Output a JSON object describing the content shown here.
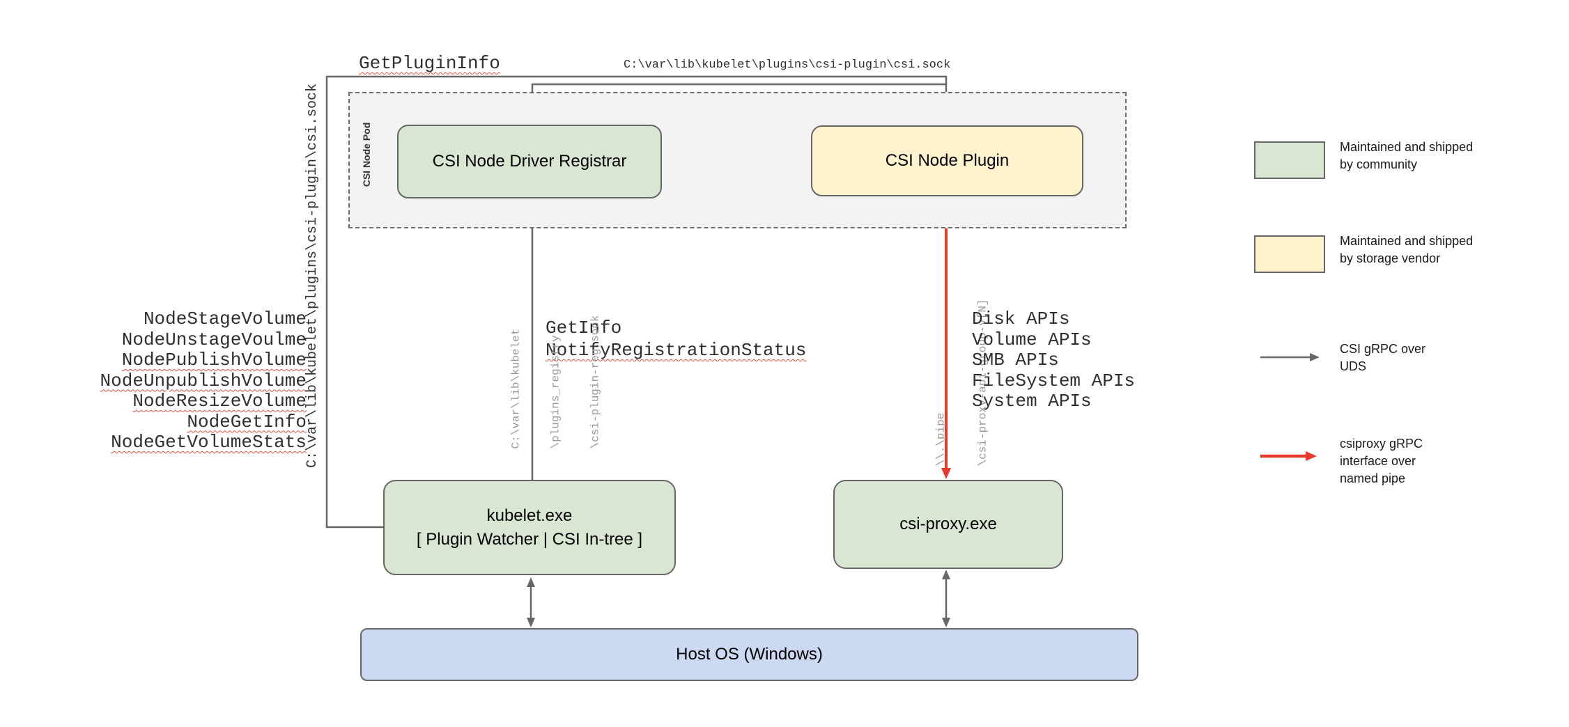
{
  "top": {
    "get_plugin_info": "GetPluginInfo",
    "csi_sock_path": "C:\\var\\lib\\kubelet\\plugins\\csi-plugin\\csi.sock"
  },
  "left": {
    "csi_sock_vertical": "C:\\var\\lib\\kubelet\\plugins\\csi-plugin\\csi.sock",
    "node_calls": [
      "NodeStageVolume",
      "NodeUnstageVoulme",
      "NodePublishVolume",
      "NodeUnpublishVolume",
      "NodeResizeVolume",
      "NodeGetInfo",
      "NodeGetVolumeStats"
    ]
  },
  "pod": {
    "label": "CSI Node Pod",
    "registrar": "CSI Node Driver Registrar",
    "plugin": "CSI Node Plugin"
  },
  "registration": {
    "get_info": "GetInfo",
    "notify": "NotifyRegistrationStatus",
    "registry_socket_lines": [
      "C:\\var\\lib\\kubelet",
      "\\plugins_registry",
      "\\csi-plugin-reg.sock"
    ]
  },
  "pipe_area": {
    "pipe_lines": [
      "\\\\.\\pipe",
      "\\csi-proxy-api-group-v[N]"
    ],
    "api_list": [
      "Disk APIs",
      "Volume APIs",
      "SMB APIs",
      "FileSystem APIs",
      "System APIs"
    ]
  },
  "boxes": {
    "kubelet_line1": "kubelet.exe",
    "kubelet_line2": "[ Plugin Watcher | CSI In-tree ]",
    "csi_proxy": "csi-proxy.exe",
    "host_os": "Host OS (Windows)"
  },
  "legend": {
    "community": "Maintained and shipped\nby community",
    "vendor": "Maintained and shipped\nby storage vendor",
    "gray_arrow": "CSI gRPC over\nUDS",
    "red_arrow": "csiproxy gRPC\ninterface over\nnamed pipe"
  },
  "colors": {
    "green": "#d9e7d2",
    "yellow": "#fff2cc",
    "blue": "#ccd9f2",
    "pod": "#f2f2f2",
    "line": "#666666",
    "red": "#e8392b",
    "text": "#2f2f2f",
    "gray_text": "#999999",
    "squiggle": "#e0503f"
  }
}
